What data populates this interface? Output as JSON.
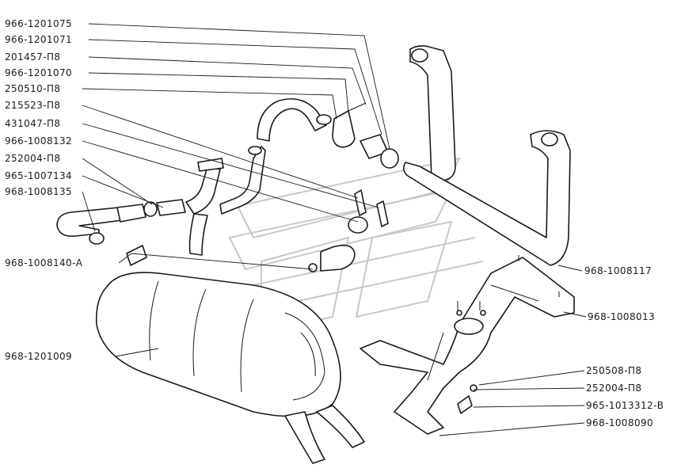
{
  "labels": {
    "l1": "966-1201075",
    "l2": "966-1201071",
    "l3": "201457-П8",
    "l4": "966-1201070",
    "l5": "250510-П8",
    "l6": "215523-П8",
    "l7": "431047-П8",
    "l8": "966-1008132",
    "l9": "252004-П8",
    "l10": "965-1007134",
    "l11": "968-1008135",
    "l12": "968-1008140-А",
    "l13": "968-1201009",
    "r1": "968-1008117",
    "r2": "968-1008013",
    "r3": "250508-П8",
    "r4": "252004-П8",
    "r5": "965-1013312-В",
    "r6": "968-1008090"
  }
}
